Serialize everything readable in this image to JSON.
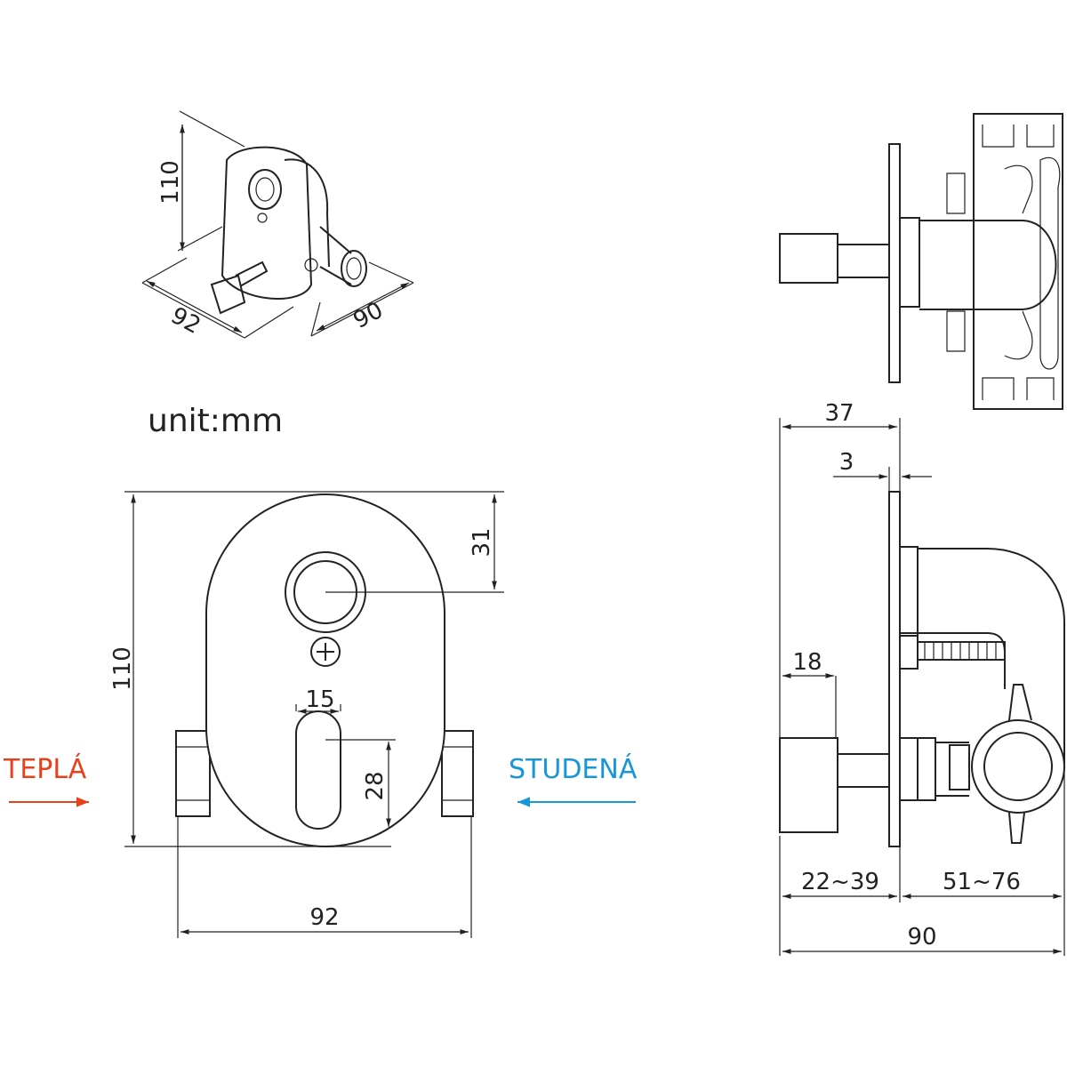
{
  "unit_label": "unit:mm",
  "iso_view": {
    "height": "110",
    "width": "92",
    "depth": "90"
  },
  "front_view": {
    "total_height": "110",
    "center_offset": "31",
    "slot_width": "15",
    "slot_height": "28",
    "total_width": "92"
  },
  "inlets": {
    "hot": {
      "label": "TEPLÁ",
      "color": "#e8401c"
    },
    "cold": {
      "label": "STUDENÁ",
      "color": "#1797d8"
    }
  },
  "side_view": {
    "handle_depth": "37",
    "plate_thickness": "3",
    "handle_length": "18",
    "wall_range_front": "22~39",
    "wall_range_back": "51~76",
    "total_depth": "90"
  }
}
